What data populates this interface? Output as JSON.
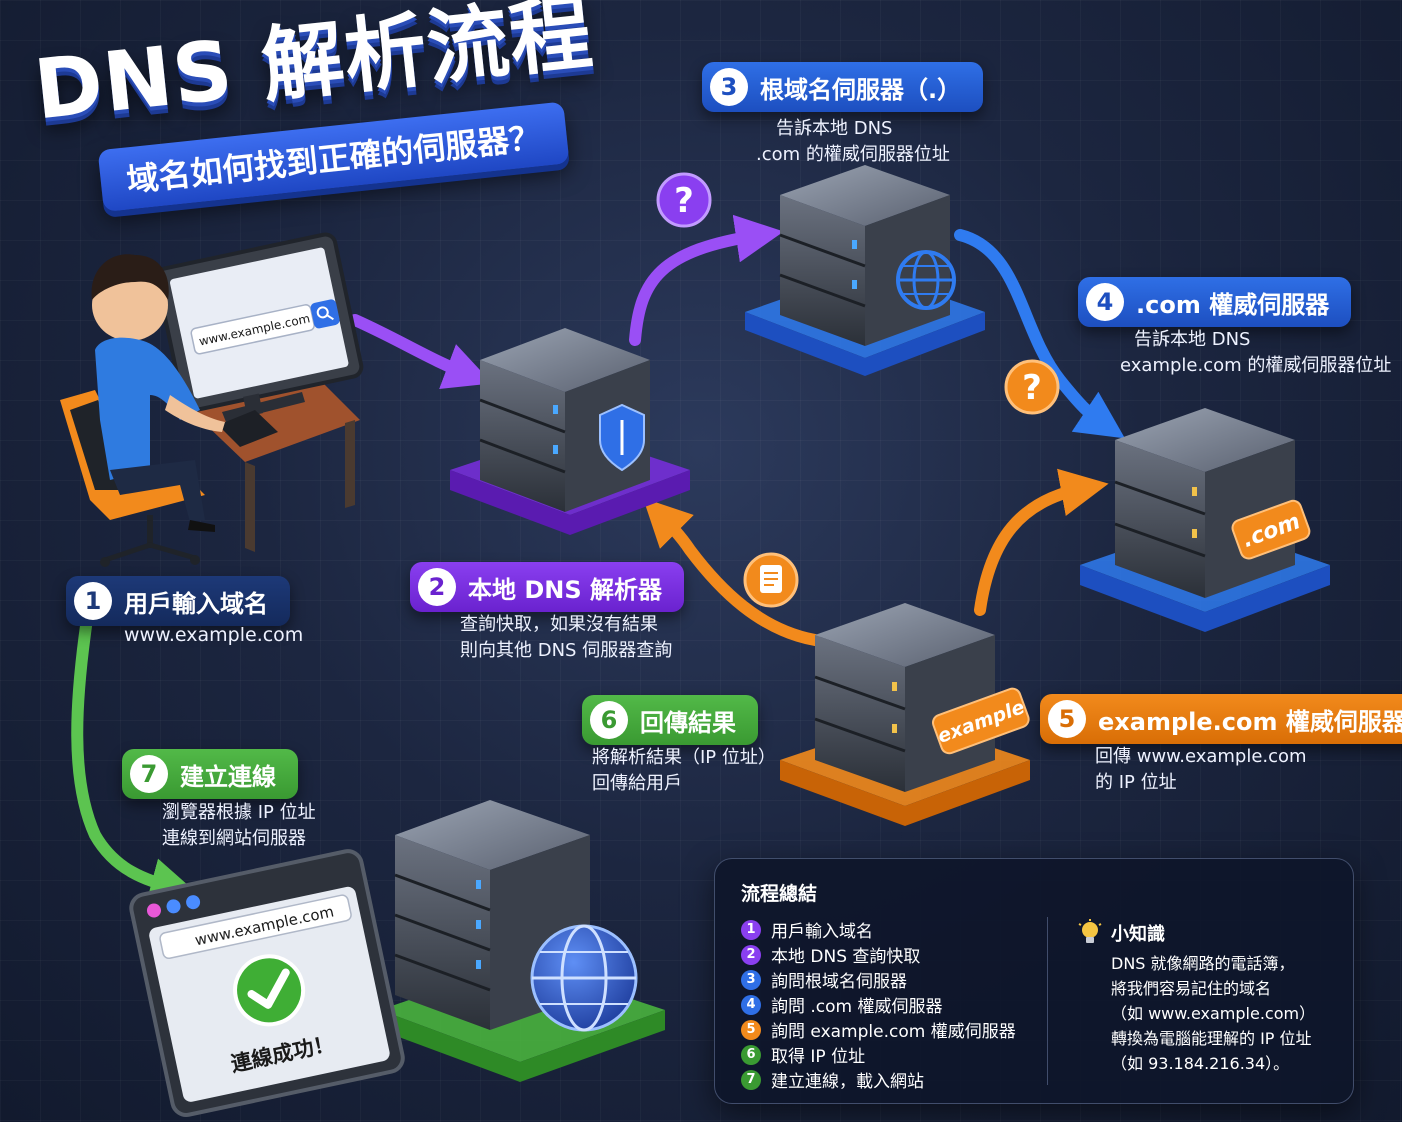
{
  "title": {
    "main": "DNS 解析流程",
    "subtitle": "域名如何找到正確的伺服器？"
  },
  "steps": [
    {
      "num": "1",
      "label": "用戶輸入域名",
      "desc": [
        "www.example.com"
      ]
    },
    {
      "num": "2",
      "label": "本地 DNS 解析器",
      "desc": [
        "查詢快取，如果沒有結果",
        "則向其他 DNS 伺服器查詢"
      ]
    },
    {
      "num": "3",
      "label": "根域名伺服器（.）",
      "desc": [
        "告訴本地 DNS",
        ".com 的權威伺服器位址"
      ]
    },
    {
      "num": "4",
      "label": ".com 權威伺服器",
      "desc": [
        "告訴本地 DNS",
        "example.com 的權威伺服器位址"
      ]
    },
    {
      "num": "5",
      "label": "example.com 權威伺服器",
      "desc": [
        "回傳 www.example.com",
        "的 IP 位址"
      ]
    },
    {
      "num": "6",
      "label": "回傳結果",
      "desc": [
        "將解析結果（IP 位址）",
        "回傳給用戶"
      ]
    },
    {
      "num": "7",
      "label": "建立連線",
      "desc": [
        "瀏覽器根據 IP 位址",
        "連線到網站伺服器"
      ]
    }
  ],
  "user_screen": {
    "search_text": "www.example.com"
  },
  "browser": {
    "url": "www.example.com",
    "success_text": "連線成功！"
  },
  "server_tags": {
    "com": ".com",
    "example": "example"
  },
  "icons": {
    "question": "?",
    "document": "document-icon",
    "shield": "shield-icon",
    "globe": "globe-icon",
    "bulb": "lightbulb-icon",
    "check": "check-icon",
    "search": "search-icon"
  },
  "summary": {
    "title": "流程總結",
    "items": [
      "用戶輸入域名",
      "本地 DNS 查詢快取",
      "詢問根域名伺服器",
      "詢問 .com 權威伺服器",
      "詢問 example.com 權威伺服器",
      "取得 IP 位址",
      "建立連線，載入網站"
    ],
    "tip_title": "小知識",
    "tip_lines": [
      "DNS 就像網路的電話簿，",
      "將我們容易記住的域名",
      "（如 www.example.com）",
      "轉換為電腦能理解的 IP 位址",
      "（如 93.184.216.34）。"
    ]
  },
  "colors": {
    "purple": "#8a3ff0",
    "blue": "#2f6fe6",
    "orange": "#f28a1c",
    "green": "#52b948",
    "navy": "#1d3978"
  }
}
